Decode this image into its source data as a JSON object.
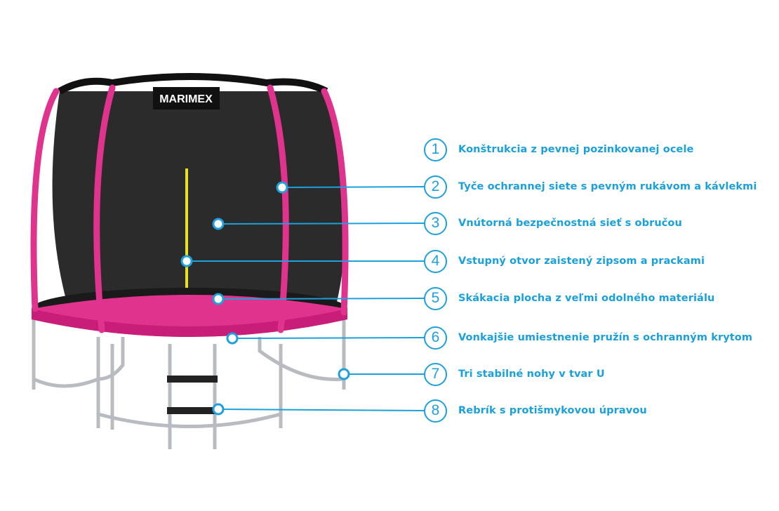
{
  "brand": "MARIMEX",
  "accent_color": "#1ea0dc",
  "callouts": [
    {
      "number": "1",
      "label": "Konštrukcia z pevnej pozinkovanej ocele"
    },
    {
      "number": "2",
      "label": "Tyče ochrannej siete s pevným rukávom a kávlekmi"
    },
    {
      "number": "3",
      "label": "Vnútorná bezpečnostná sieť s obručou"
    },
    {
      "number": "4",
      "label": "Vstupný otvor zaistený zipsom a prackami"
    },
    {
      "number": "5",
      "label": "Skákacia plocha z veľmi odolného materiálu"
    },
    {
      "number": "6",
      "label": "Vonkajšie umiestnenie pružín s ochranným krytom"
    },
    {
      "number": "7",
      "label": "Tri stabilné nohy v tvar U"
    },
    {
      "number": "8",
      "label": "Rebrík s protišmykovou úpravou"
    }
  ]
}
